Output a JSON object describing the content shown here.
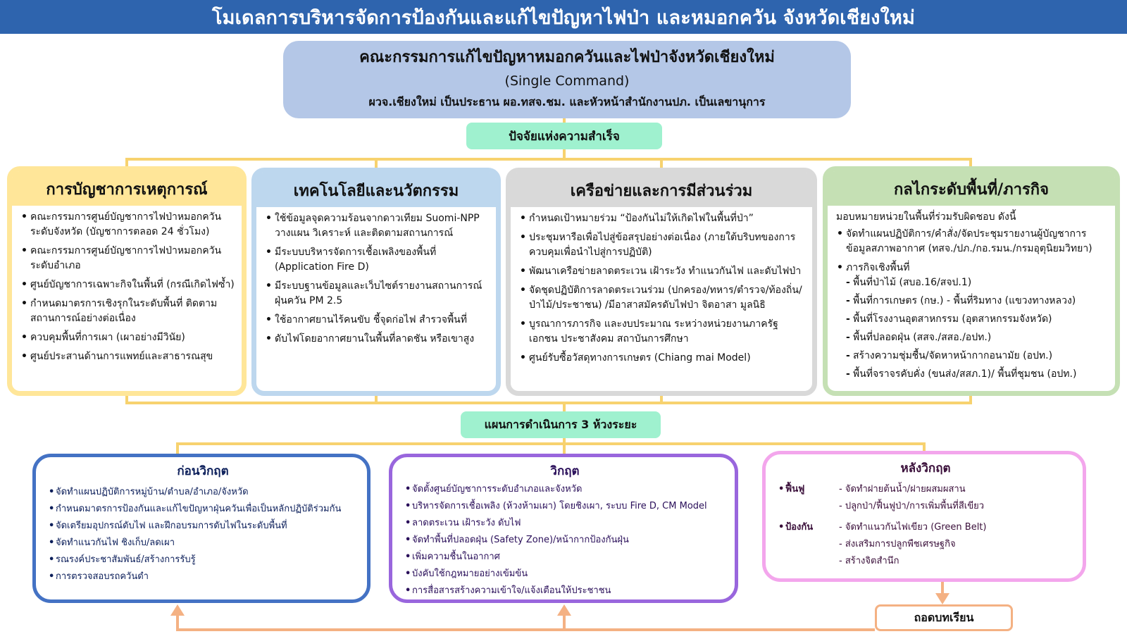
{
  "title": "โมเดลการบริหารจัดการป้องกันและแก้ไขปัญหาไฟป่า และหมอกควัน จังหวัดเชียงใหม่",
  "committee": {
    "title": "คณะกรรมการแก้ไขปัญหาหมอกควันและไฟป่าจังหวัดเชียงใหม่",
    "subtitle": "(Single Command)",
    "chair": "ผวจ.เชียงใหม่ เป็นประธาน  ผอ.ทสจ.ชม. และหัวหน้าสำนักงานปภ. เป็นเลขานุการ"
  },
  "success_factors_label": "ปัจจัยแห่งความสำเร็จ",
  "factors": {
    "command": {
      "title": "การบัญชาการเหตุการณ์",
      "items": [
        "คณะกรรมการศูนย์บัญชาการไฟป่าหมอกควัน ระดับจังหวัด (บัญชาการตลอด 24 ชั่วโมง)",
        "คณะกรรมการศูนย์บัญชาการไฟป่าหมอกควัน ระดับอำเภอ",
        "ศูนย์บัญชาการเฉพาะกิจในพื้นที่ (กรณีเกิดไฟซ้ำ)",
        "กำหนดมาตรการเชิงรุกในระดับพื้นที่ ติดตามสถานการณ์อย่างต่อเนื่อง",
        "ควบคุมพื้นที่การเผา (เผาอย่างมีวินัย)",
        "ศูนย์ประสานด้านการแพทย์และสาธารณสุข"
      ]
    },
    "tech": {
      "title": "เทคโนโลยีและนวัตกรรม",
      "items": [
        "ใช้ข้อมูลจุดความร้อนจากดาวเทียม Suomi-NPP วางแผน วิเคราะห์ และติดตามสถานการณ์",
        "มีระบบบริหารจัดการเชื้อเพลิงของพื้นที่ (Application Fire D)",
        "มีระบบฐานข้อมูลและเว็บไซต์รายงานสถานการณ์ฝุ่นควัน PM 2.5",
        "ใช้อากาศยานไร้คนขับ ชี้จุดก่อไฟ สำรวจพื้นที่",
        "ดับไฟโดยอากาศยานในพื้นที่ลาดชัน หรือเขาสูง"
      ]
    },
    "network": {
      "title": "เครือข่ายและการมีส่วนร่วม",
      "items": [
        "กำหนดเป้าหมายร่วม “ป้องกันไม่ให้เกิดไฟในพื้นที่ป่า”",
        "ประชุมหารือเพื่อไปสู่ข้อสรุปอย่างต่อเนื่อง (ภายใต้บริบทของการควบคุมเพื่อนำไปสู่การปฏิบัติ)",
        "พัฒนาเครือข่ายลาดตระเวน เฝ้าระวัง ทำแนวกันไฟ และดับไฟป่า",
        "จัดชุดปฏิบัติการลาดตระเวนร่วม (ปกครอง/ทหาร/ตำรวจ/ท้องถิ่น/ป่าไม้/ประชาชน) /มีอาสาสมัครดับไฟป่า จิตอาสา มูลนิธิ",
        "บูรณาการภารกิจ และงบประมาณ ระหว่างหน่วยงานภาครัฐ เอกชน ประชาสังคม สถาบันการศึกษา",
        "ศูนย์รับซื้อวัสดุทางการเกษตร (Chiang mai Model)"
      ]
    },
    "mission": {
      "title": "กลไกระดับพื้นที่/ภารกิจ",
      "intro": "มอบหมายหน่วยในพื้นที่ร่วมรับผิดชอบ ดังนี้",
      "item1": "จัดทำแผนปฏิบัติการ/คำสั่ง/จัดประชุมรายงานผู้บัญชาการ ข้อมูลสภาพอากาศ (ทสจ./ปภ./กอ.รมน./กรมอุตุนิยมวิทยา)",
      "item2": "ภารกิจเชิงพื้นที่",
      "subitems": [
        "พื้นที่ป่าไม้ (สบอ.16/สจป.1)",
        "พื้นที่การเกษตร (กษ.)    - พื้นที่ริมทาง (แขวงทางหลวง)",
        "พื้นที่โรงงานอุตสาหกรรม (อุตสาหกรรมจังหวัด)",
        "พื้นที่ปลอดฝุ่น (สสจ./สสอ./อปท.)",
        "สร้างความชุ่มชื้น/จัดหาหน้ากากอนามัย (อปท.)",
        "พื้นที่จราจรคับคั่ง (ขนส่ง/สสภ.1)/ พื้นที่ชุมชน (อปท.)"
      ]
    }
  },
  "plan_label": "แผนการดำเนินการ 3 ห้วงระยะ",
  "phases": {
    "before": {
      "title": "ก่อนวิกฤต",
      "items": [
        "จัดทำแผนปฏิบัติการหมู่บ้าน/ตำบล/อำเภอ/จังหวัด",
        "กำหนดมาตรการป้องกันและแก้ไขปัญหาฝุ่นควันเพื่อเป็นหลักปฏิบัติร่วมกัน",
        "จัดเตรียมอุปกรณ์ดับไฟ และฝึกอบรมการดับไฟในระดับพื้นที่",
        "จัดทำแนวกันไฟ  ชิงเก็บ/ลดเผา",
        "รณรงค์ประชาสัมพันธ์/สร้างการรับรู้",
        "การตรวจสอบรถควันดำ"
      ]
    },
    "during": {
      "title": "วิกฤต",
      "items": [
        "จัดตั้งศูนย์บัญชาการระดับอำเภอและจังหวัด",
        "บริหารจัดการเชื้อเพลิง (ห้วงห้ามเผา) โดยชิงเผา, ระบบ Fire D, CM Model",
        "ลาดตระเวน เฝ้าระวัง ดับไฟ",
        "จัดทำพื้นที่ปลอดฝุ่น (Safety Zone)/หน้ากากป้องกันฝุ่น",
        "เพิ่มความชื้นในอากาศ",
        "บังคับใช้กฎหมายอย่างเข้มข้น",
        "การสื่อสารสร้างความเข้าใจ/แจ้งเตือนให้ประชาชน"
      ]
    },
    "after": {
      "title": "หลังวิกฤต",
      "restore_label": "ฟื้นฟู",
      "restore_items": [
        "จัดทำฝายต้นน้ำ/ฝายผสมผสาน",
        "ปลูกป่า/ฟื้นฟูป่า/การเพิ่มพื้นที่สีเขียว"
      ],
      "prevent_label": "ป้องกัน",
      "prevent_items": [
        "จัดทำแนวกันไฟเขียว (Green Belt)",
        "ส่งเสริมการปลูกพืชเศรษฐกิจ",
        "สร้างจิตสำนึก"
      ]
    }
  },
  "lessons_label": "ถอดบทเรียน",
  "colors": {
    "title_bg": "#2e64ae",
    "committee_bg": "#b4c7e7",
    "label_green": "#9ff1cf",
    "connector": "#f7d26f",
    "command": "#ffe699",
    "tech": "#bdd7ee",
    "network": "#d9d9d9",
    "mission": "#c5e0b4",
    "before": "#4472c4",
    "during": "#9966dd",
    "after": "#f3a6ec",
    "feedback": "#f4b183"
  }
}
